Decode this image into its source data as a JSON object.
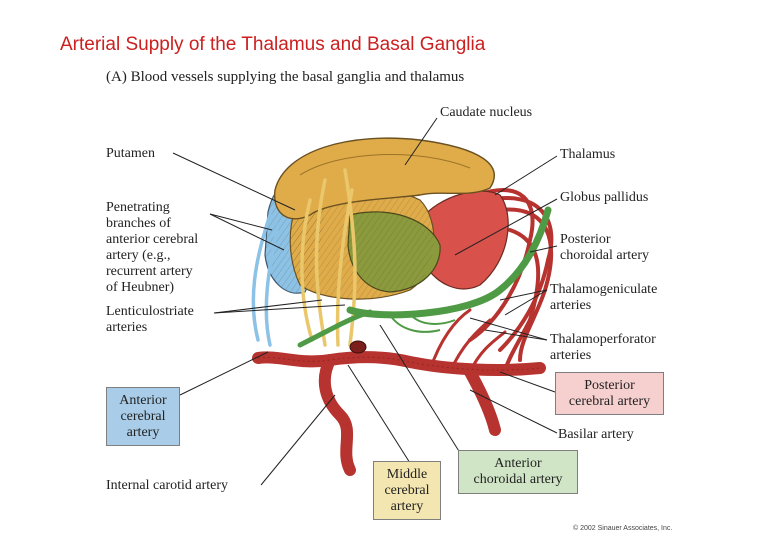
{
  "title": "Arterial Supply of the Thalamus and Basal Ganglia",
  "subtitle": "(A)  Blood vessels supplying the basal ganglia and thalamus",
  "labels": {
    "caudate": "Caudate nucleus",
    "thalamus": "Thalamus",
    "putamen": "Putamen",
    "globus": "Globus pallidus",
    "penetrating": "Penetrating\nbranches of\nanterior cerebral\nartery (e.g.,\nrecurrent artery\nof Heubner)",
    "post_choroidal": "Posterior\nchoroidal artery",
    "thalamogeniculate": "Thalamogeniculate\narteries",
    "lenticulostriate": "Lenticulostriate\narteries",
    "thalamoperforator": "Thalamoperforator\narteries",
    "basilar": "Basilar artery",
    "internal_carotid": "Internal carotid artery"
  },
  "boxes": {
    "anterior_cerebral": "Anterior\ncerebral\nartery",
    "posterior_cerebral": "Posterior\ncerebral artery",
    "middle_cerebral": "Middle\ncerebral\nartery",
    "anterior_choroidal": "Anterior\nchoroidal artery"
  },
  "colors": {
    "title": "#cc1f1f",
    "anterior_cerebral_box": "#a9cde8",
    "posterior_cerebral_box": "#f6cfcf",
    "middle_cerebral_box": "#f3e6b0",
    "anterior_choroidal_box": "#cfe5c6",
    "artery_red": "#b7332f",
    "caudate_gold": "#e0ac4a",
    "putamen_blue": "#8cc2e6",
    "globus_green": "#8a9a3c",
    "thalamus_red": "#d9514b",
    "choroidal_green": "#4f9a45"
  },
  "copyright": "© 2002 Sinauer Associates, Inc."
}
